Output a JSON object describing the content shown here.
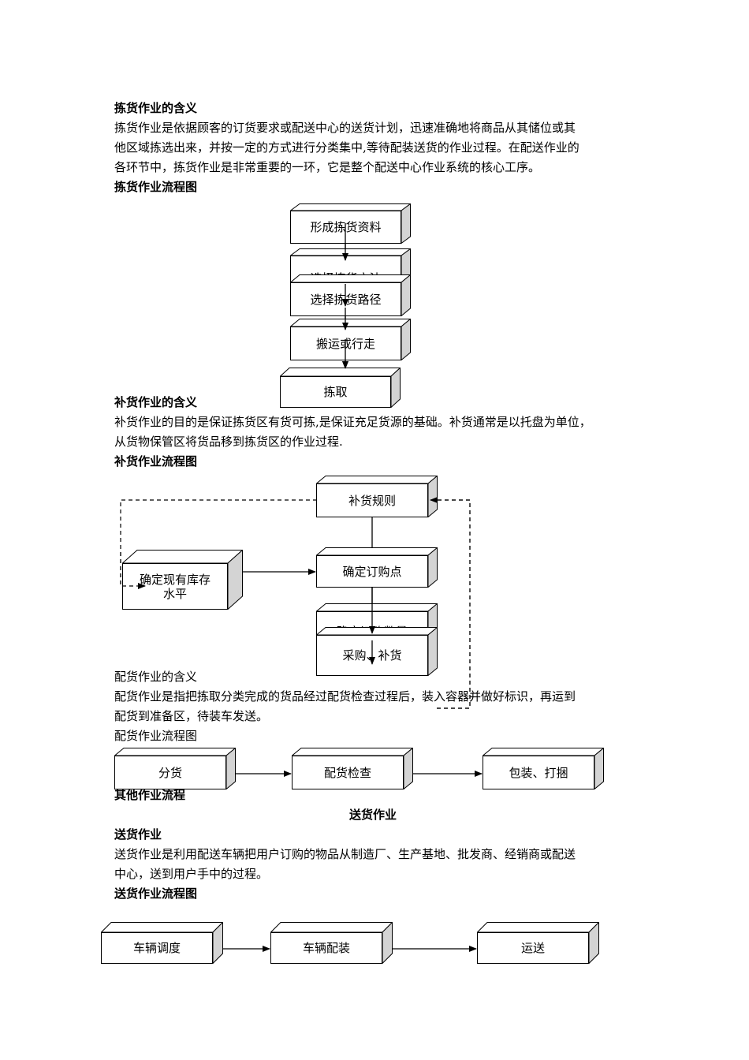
{
  "s1": {
    "heading": "拣货作业的含义",
    "line1": "拣货作业是依据顾客的订货要求或配送中心的送货计划，迅速准确地将商品从其储位或其",
    "line2": "他区域拣选出来，并按一定的方式进行分类集中,等待配装送货的作业过程。在配送作业的",
    "line3": "各环节中，拣货作业是非常重要的一环，它是整个配送中心作业系统的核心工序。",
    "flow_title": "拣货作业流程图",
    "steps": [
      "形成拣货资料",
      "选择拣货方法",
      "选择拣货路径",
      "搬运或行走",
      "拣取"
    ]
  },
  "s2": {
    "heading": "补货作业的含义",
    "line1": "补货作业的目的是保证拣货区有货可拣,是保证充足货源的基础。补货通常是以托盘为单位，",
    "line2": "从货物保管区将货品移到拣货区的作业过程.",
    "flow_title": "补货作业流程图",
    "nodes": {
      "rule": "补货规则",
      "inventory": "确定现有库存水平",
      "order_point": "确定订购点",
      "order_qty": "确定订购数量",
      "purchase": "采购、补货"
    }
  },
  "s3": {
    "heading": "配货作业的含义",
    "line1": "配货作业是指把拣取分类完成的货品经过配货检查过程后，装入容器并做好标识，再运到",
    "line2": "配货到准备区，待装车发送。",
    "flow_title": "配货作业流程图",
    "steps": [
      "分货",
      "配货检查",
      "包装、打捆"
    ]
  },
  "s4": {
    "heading": "其他作业流程",
    "subheading": "送货作业",
    "heading2": "送货作业",
    "line1": "送货作业是利用配送车辆把用户订购的物品从制造厂、生产基地、批发商、经销商或配送",
    "line2": "中心，送到用户手中的过程。",
    "flow_title": "送货作业流程图",
    "steps": [
      "车辆调度",
      "车辆配装",
      "运送"
    ]
  }
}
